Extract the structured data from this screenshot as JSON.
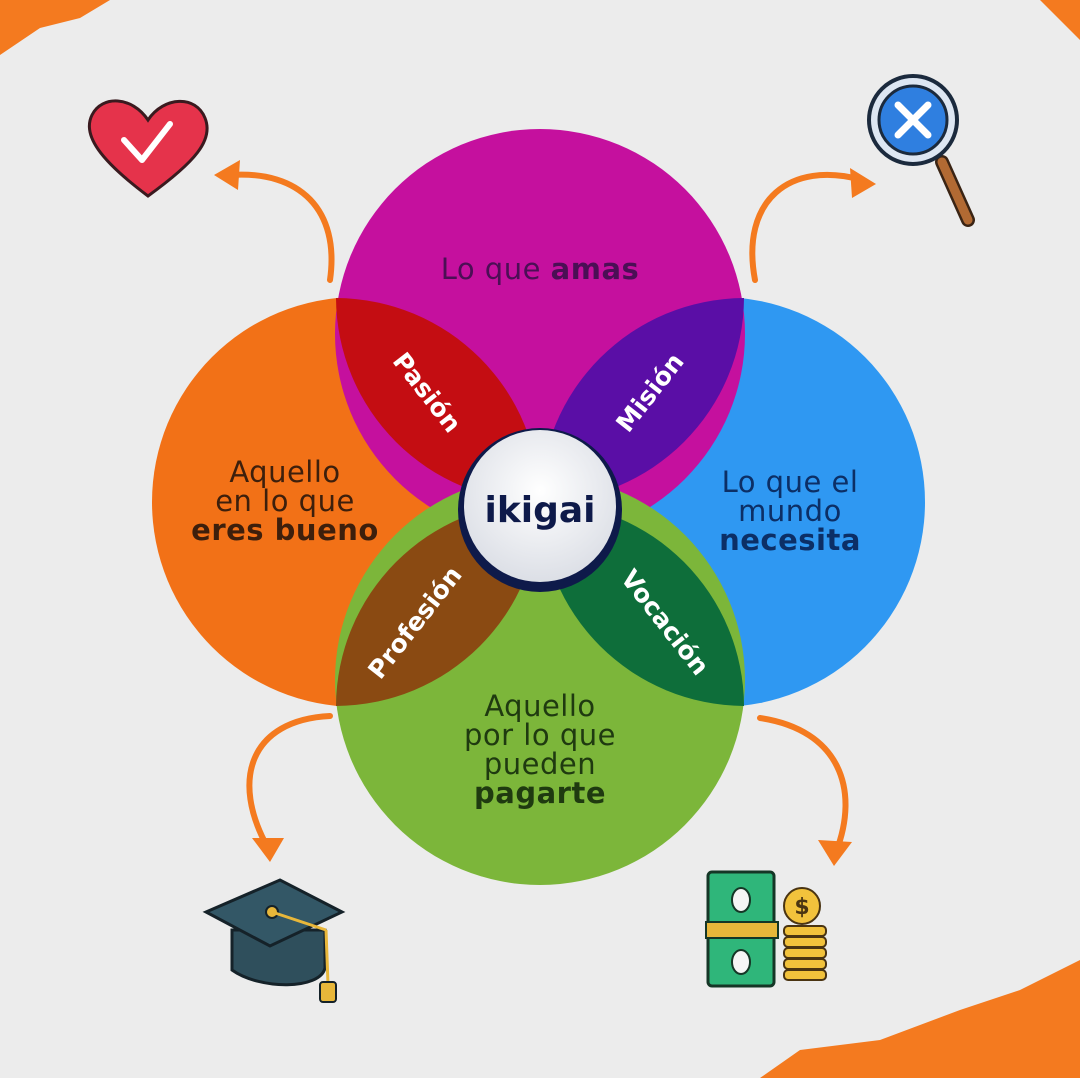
{
  "circles": {
    "top": {
      "lines": [
        "Lo que"
      ],
      "bold": "amas",
      "color": "#c5109e",
      "text_color": "#4b0f55"
    },
    "left": {
      "lines": [
        "Aquello",
        "en lo que"
      ],
      "bold": "eres bueno",
      "color": "#f27117",
      "text_color": "#3d1f0c"
    },
    "right": {
      "lines": [
        "Lo que el",
        "mundo"
      ],
      "bold": "necesita",
      "color": "#2f98f2",
      "text_color": "#0c2f66"
    },
    "bottom": {
      "lines": [
        "Aquello",
        "por lo que",
        "pueden"
      ],
      "bold": "pagarte",
      "color": "#7cb63a",
      "text_color": "#1f3a10"
    }
  },
  "overlaps": {
    "top_left": "Pasión",
    "top_right": "Misión",
    "bottom_left": "Profesión",
    "bottom_right": "Vocación"
  },
  "center": {
    "label": "ikigai"
  },
  "icons": {
    "top_left": "heart-check-icon",
    "top_right": "magnifier-icon",
    "bottom_left": "graduation-cap-icon",
    "bottom_right": "money-coins-icon"
  },
  "colors": {
    "accent": "#f47a1f",
    "background": "#ececec",
    "center_text": "#0e1a4a"
  }
}
